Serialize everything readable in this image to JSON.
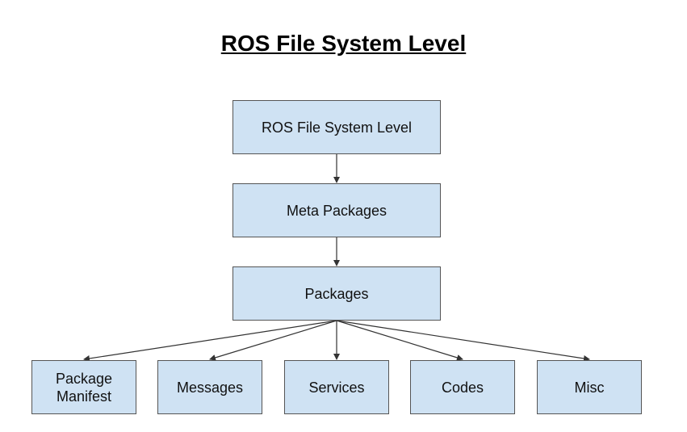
{
  "title": "ROS File System Level",
  "colors": {
    "node_fill": "#cfe2f3",
    "node_border": "#555555",
    "edge": "#333333"
  },
  "nodes": {
    "root": "ROS File System Level",
    "meta": "Meta Packages",
    "packages": "Packages",
    "manifest": "Package\nManifest",
    "messages": "Messages",
    "services": "Services",
    "codes": "Codes",
    "misc": "Misc"
  },
  "edges": [
    [
      "root",
      "meta"
    ],
    [
      "meta",
      "packages"
    ],
    [
      "packages",
      "manifest"
    ],
    [
      "packages",
      "messages"
    ],
    [
      "packages",
      "services"
    ],
    [
      "packages",
      "codes"
    ],
    [
      "packages",
      "misc"
    ]
  ]
}
